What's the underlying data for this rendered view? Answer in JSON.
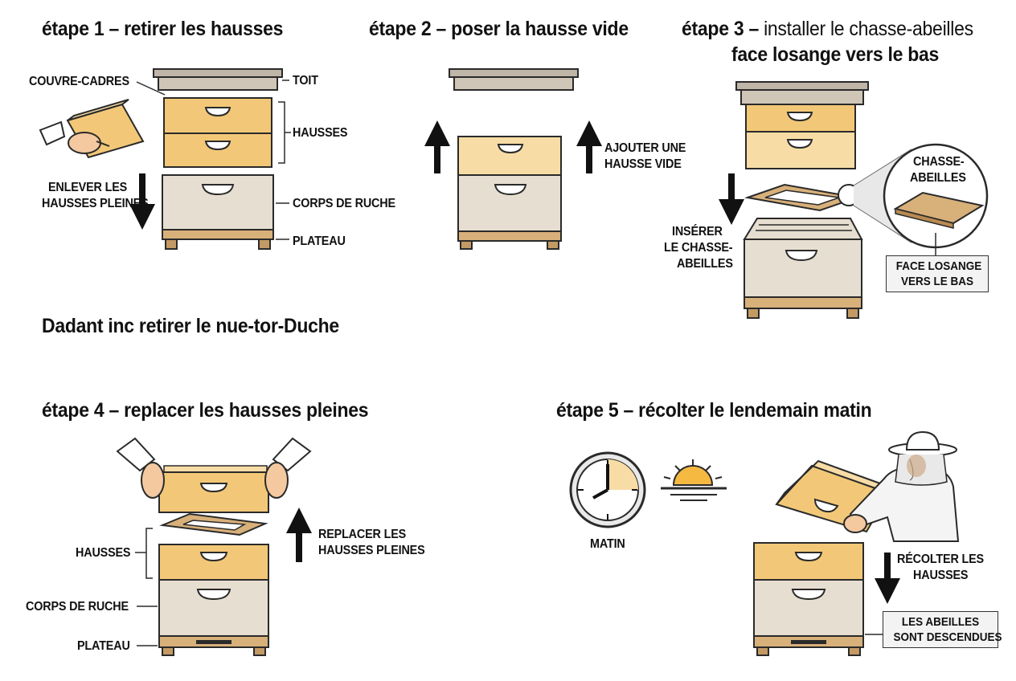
{
  "steps": {
    "s1": {
      "title": "étape 1 – retirer les hausses",
      "labels": {
        "couvre_cadres": "COUVRE-CADRES",
        "toit": "TOIT",
        "hausses": "HAUSSES",
        "corps": "CORPS DE RUCHE",
        "plateau": "PLATEAU",
        "enlever_1": "ENLEVER LES",
        "enlever_2": "HAUSSES PLEINES"
      }
    },
    "s2": {
      "title": "étape 2 – poser la hausse vide",
      "labels": {
        "ajouter_1": "AJOUTER UNE",
        "ajouter_2": "HAUSSE VIDE"
      }
    },
    "s3": {
      "title_bold": "étape 3 –",
      "title_light": " installer le chasse-abeilles",
      "subtitle": "face losange vers le bas",
      "labels": {
        "inserer_1": "INSÉRER",
        "inserer_2": "LE CHASSE-",
        "inserer_3": "ABEILLES",
        "chasse_1": "CHASSE-",
        "chasse_2": "ABEILLES",
        "face_1": "FACE LOSANGE",
        "face_2": "VERS LE BAS"
      }
    },
    "note": "Dadant inc retirer le nue-tor-Duche",
    "s4": {
      "title": "étape 4 – replacer les hausses pleines",
      "labels": {
        "hausses": "HAUSSES",
        "corps": "CORPS DE RUCHE",
        "plateau": "PLATEAU",
        "replacer_1": "REPLACER LES",
        "replacer_2": "HAUSSES PLEINES"
      }
    },
    "s5": {
      "title": "étape 5 – récolter le lendemain matin",
      "labels": {
        "matin": "MATIN",
        "recolter_1": "RÉCOLTER LES",
        "recolter_2": "HAUSSES",
        "abeilles_1": "LES ABEILLES",
        "abeilles_2": "SONT DESCENDUES"
      }
    }
  },
  "colors": {
    "super": "#f2c878",
    "super_dark": "#d9a24a",
    "super_light": "#f7dca6",
    "body": "#e6ded0",
    "wood": "#d8b07a",
    "roof": "#cfc6b8",
    "outline": "#2a2a2a",
    "sun": "#f5b942"
  }
}
